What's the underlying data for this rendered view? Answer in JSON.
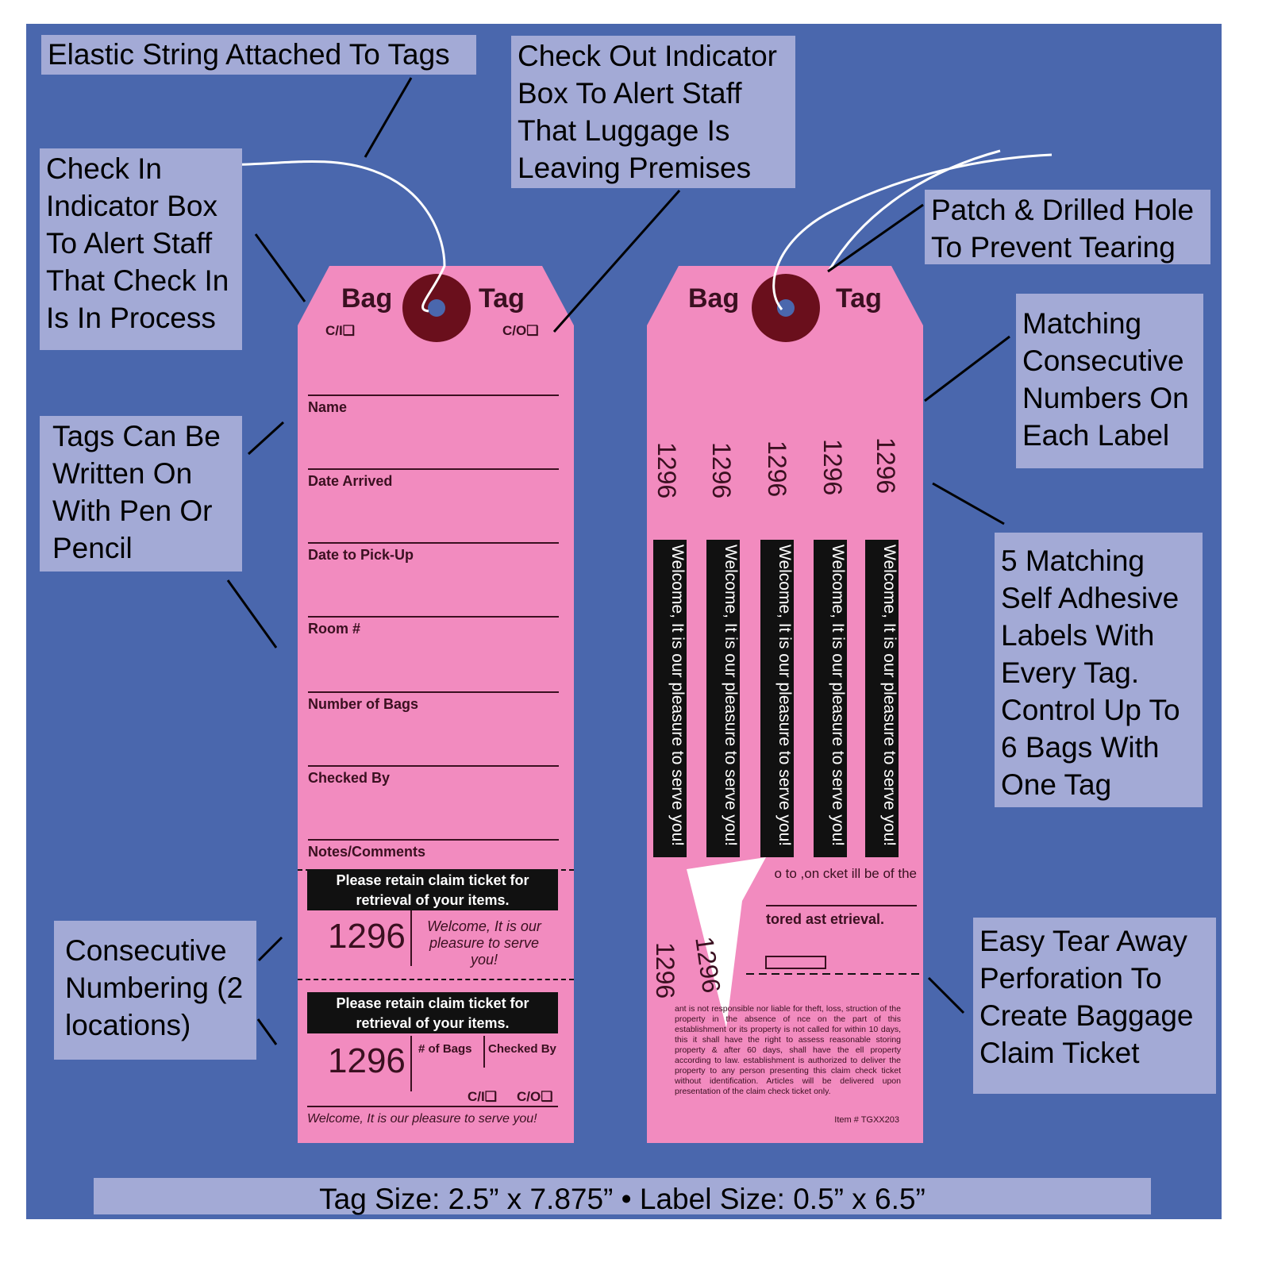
{
  "colors": {
    "background": "#4a67ad",
    "callout": "#a3aad6",
    "tag": "#f28bbf",
    "hole": "#6a0f1c"
  },
  "callouts": {
    "elastic": "Elastic String Attached To Tags",
    "check_out": "Check Out Indicator Box To Alert Staff That Luggage Is Leaving Premises",
    "check_in": "Check In Indicator Box To Alert Staff That Check In Is In Process",
    "patch": "Patch & Drilled Hole To Prevent Tearing",
    "matching": "Matching Consecutive Numbers On Each Label",
    "written": "Tags Can Be Written On With Pen Or Pencil",
    "five_labels": "5 Matching Self Adhesive Labels With Every Tag. Control Up To 6 Bags With One Tag",
    "consecutive": "Consecutive Numbering (2 locations)",
    "tear_away": "Easy Tear Away Perforation To Create Baggage Claim Ticket"
  },
  "footer": "Tag Size: 2.5” x 7.875” • Label Size: 0.5” x 6.5”",
  "left_tag": {
    "bag": "Bag",
    "tag": "Tag",
    "ci": "C/I❑",
    "co": "C/O❑",
    "fields": [
      "Name",
      "Date Arrived",
      "Date to Pick-Up",
      "Room #",
      "Number of Bags",
      "Checked By",
      "Notes/Comments"
    ],
    "retain": "Please retain claim ticket for retrieval of your items.",
    "number": "1296",
    "welcome_block": "Welcome, It is our pleasure to serve you!",
    "bags_label": "# of Bags",
    "checked_by_label": "Checked By",
    "ci2": "C/I❑",
    "co2": "C/O❑",
    "welcome_footer": "Welcome, It is our pleasure to serve you!"
  },
  "right_tag": {
    "bag": "Bag",
    "tag": "Tag",
    "label_numbers": [
      "1296",
      "1296",
      "1296",
      "1296",
      "1296"
    ],
    "label_text": "Welcome, It is our pleasure to serve you!",
    "partial_text": "o to ,on cket ill be of the",
    "partial_bold": "tored ast etrieval.",
    "lower_numbers": [
      "1296",
      "1296"
    ],
    "legal": "ant is not responsible nor liable for theft, loss, struction of the property in the absence of nce on the part of this establishment or its property is not called for within 10 days, this it shall have the right to assess reasonable storing property & after 60 days, shall have the ell property according to law. establishment is authorized to deliver the property to any person presenting this claim check ticket without identification. Articles will be delivered upon presentation of the claim check ticket only.",
    "item": "Item # TGXX203"
  }
}
